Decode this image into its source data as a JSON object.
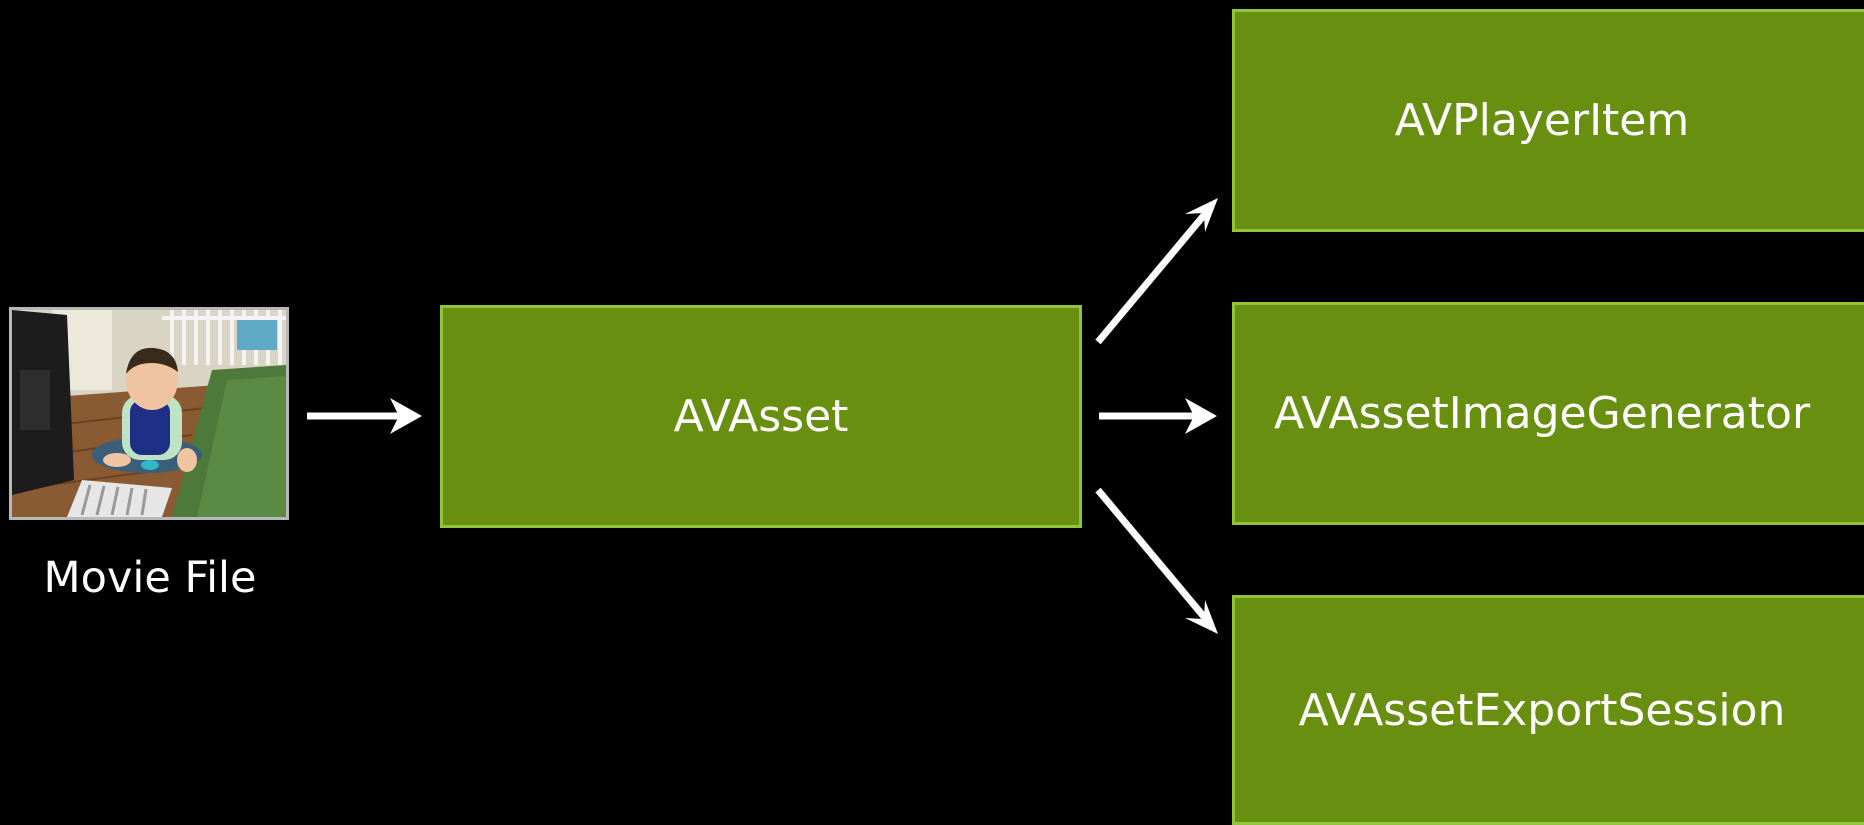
{
  "source": {
    "caption": "Movie File",
    "thumbnail_icon": "movie-frame-thumbnail"
  },
  "asset": {
    "label": "AVAsset"
  },
  "consumers": [
    {
      "label": "AVPlayerItem"
    },
    {
      "label": "AVAssetImageGenerator"
    },
    {
      "label": "AVAssetExportSession"
    }
  ],
  "colors": {
    "background": "#000000",
    "box_fill": "#688f10",
    "box_border": "#8fc43c",
    "arrow": "#ffffff",
    "text": "#ffffff"
  }
}
